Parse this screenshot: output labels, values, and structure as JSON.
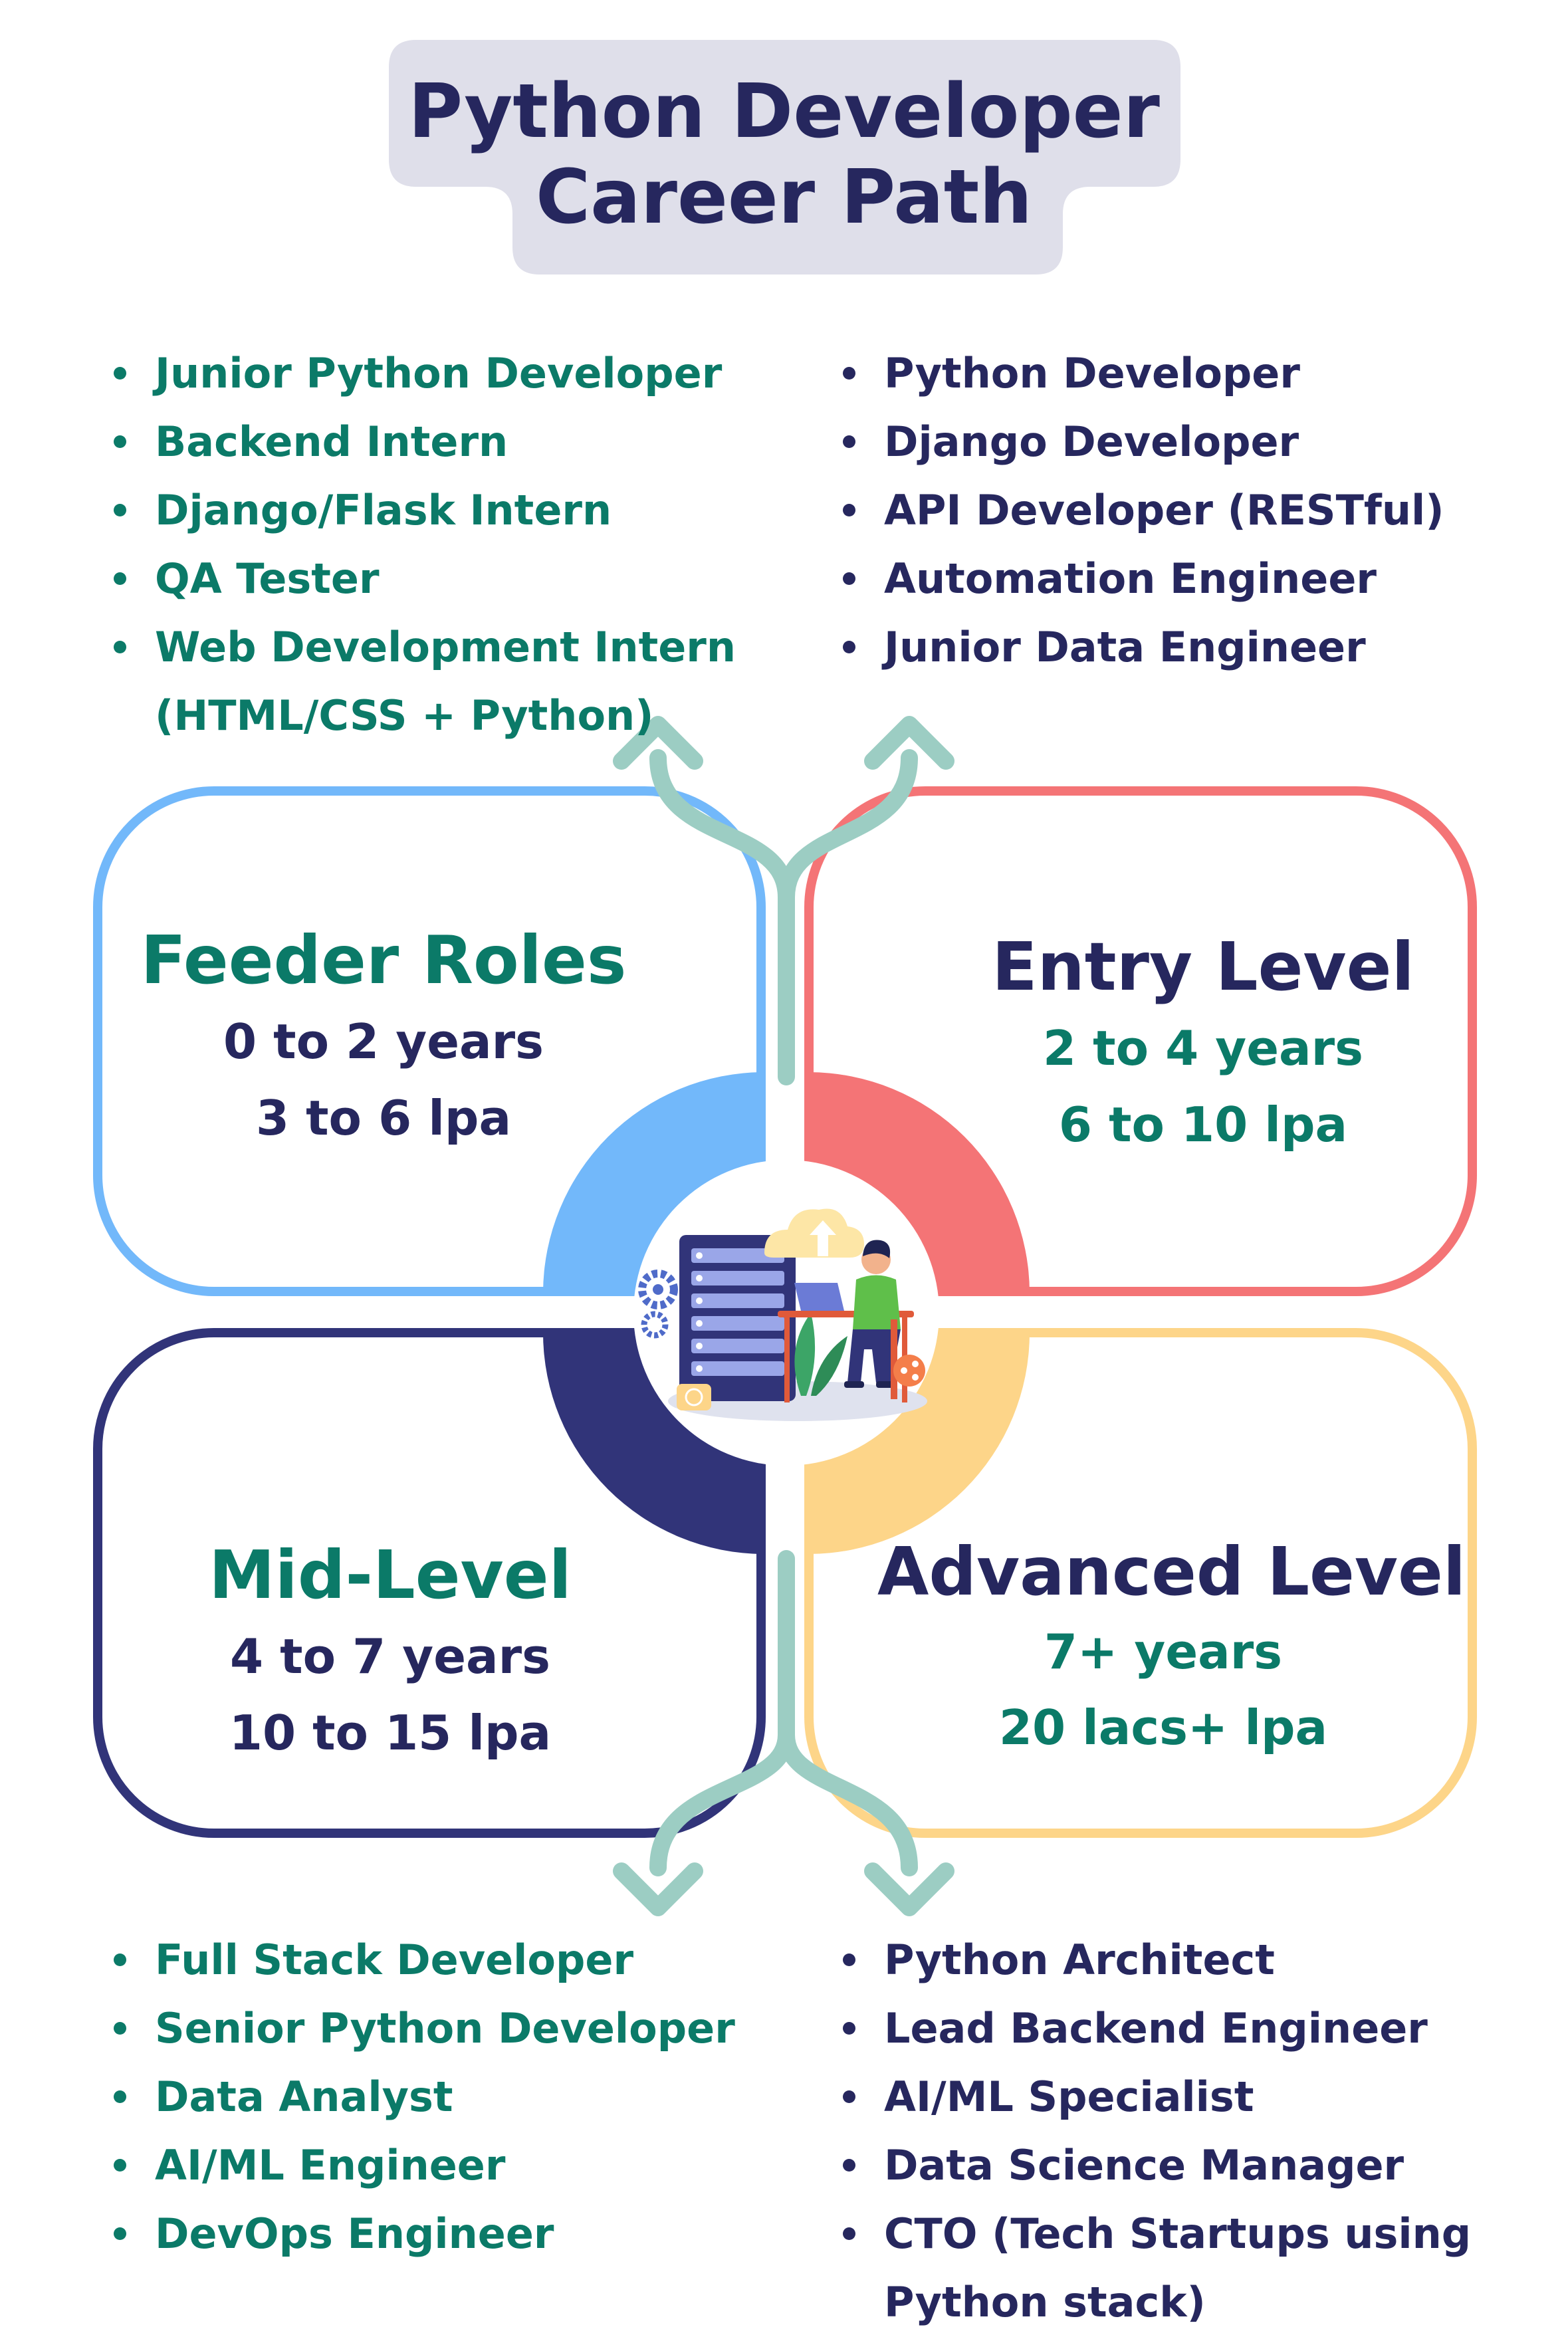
{
  "title": {
    "line1": "Python Developer",
    "line2": "Career Path"
  },
  "colors": {
    "navy": "#26275e",
    "teal": "#0b7a68",
    "arrow": "#9ccdc3",
    "feeder": "#72b8fa",
    "entry": "#f47476",
    "mid": "#313479",
    "advanced": "#fdd589",
    "title_bg": "#dfdfea"
  },
  "stages": {
    "feeder": {
      "title": "Feeder Roles",
      "years": "0 to 2 years",
      "salary": "3 to 6 lpa"
    },
    "entry": {
      "title": "Entry Level",
      "years": "2 to 4 years",
      "salary": "6 to 10 lpa"
    },
    "mid": {
      "title": "Mid-Level",
      "years": "4 to 7 years",
      "salary": "10 to 15 lpa"
    },
    "advanced": {
      "title": "Advanced Level",
      "years": "7+ years",
      "salary": "20 lacs+ lpa"
    }
  },
  "roles": {
    "feeder": [
      "Junior Python Developer",
      "Backend Intern",
      "Django/Flask Intern",
      "QA Tester",
      "Web Development Intern",
      "(HTML/CSS + Python)"
    ],
    "entry": [
      "Python Developer",
      "Django Developer",
      "API Developer (RESTful)",
      "Automation Engineer",
      "Junior Data Engineer"
    ],
    "mid": [
      "Full Stack Developer",
      "Senior Python Developer",
      "Data Analyst",
      "AI/ML Engineer",
      "DevOps Engineer"
    ],
    "advanced": [
      "Python Architect",
      "Lead Backend Engineer",
      "AI/ML Specialist",
      "Data Science Manager",
      "CTO (Tech Startups using",
      "Python stack)"
    ]
  },
  "icons": {
    "center": "developer-at-desk-illustration",
    "arrows": "branching-arrow-icon"
  }
}
